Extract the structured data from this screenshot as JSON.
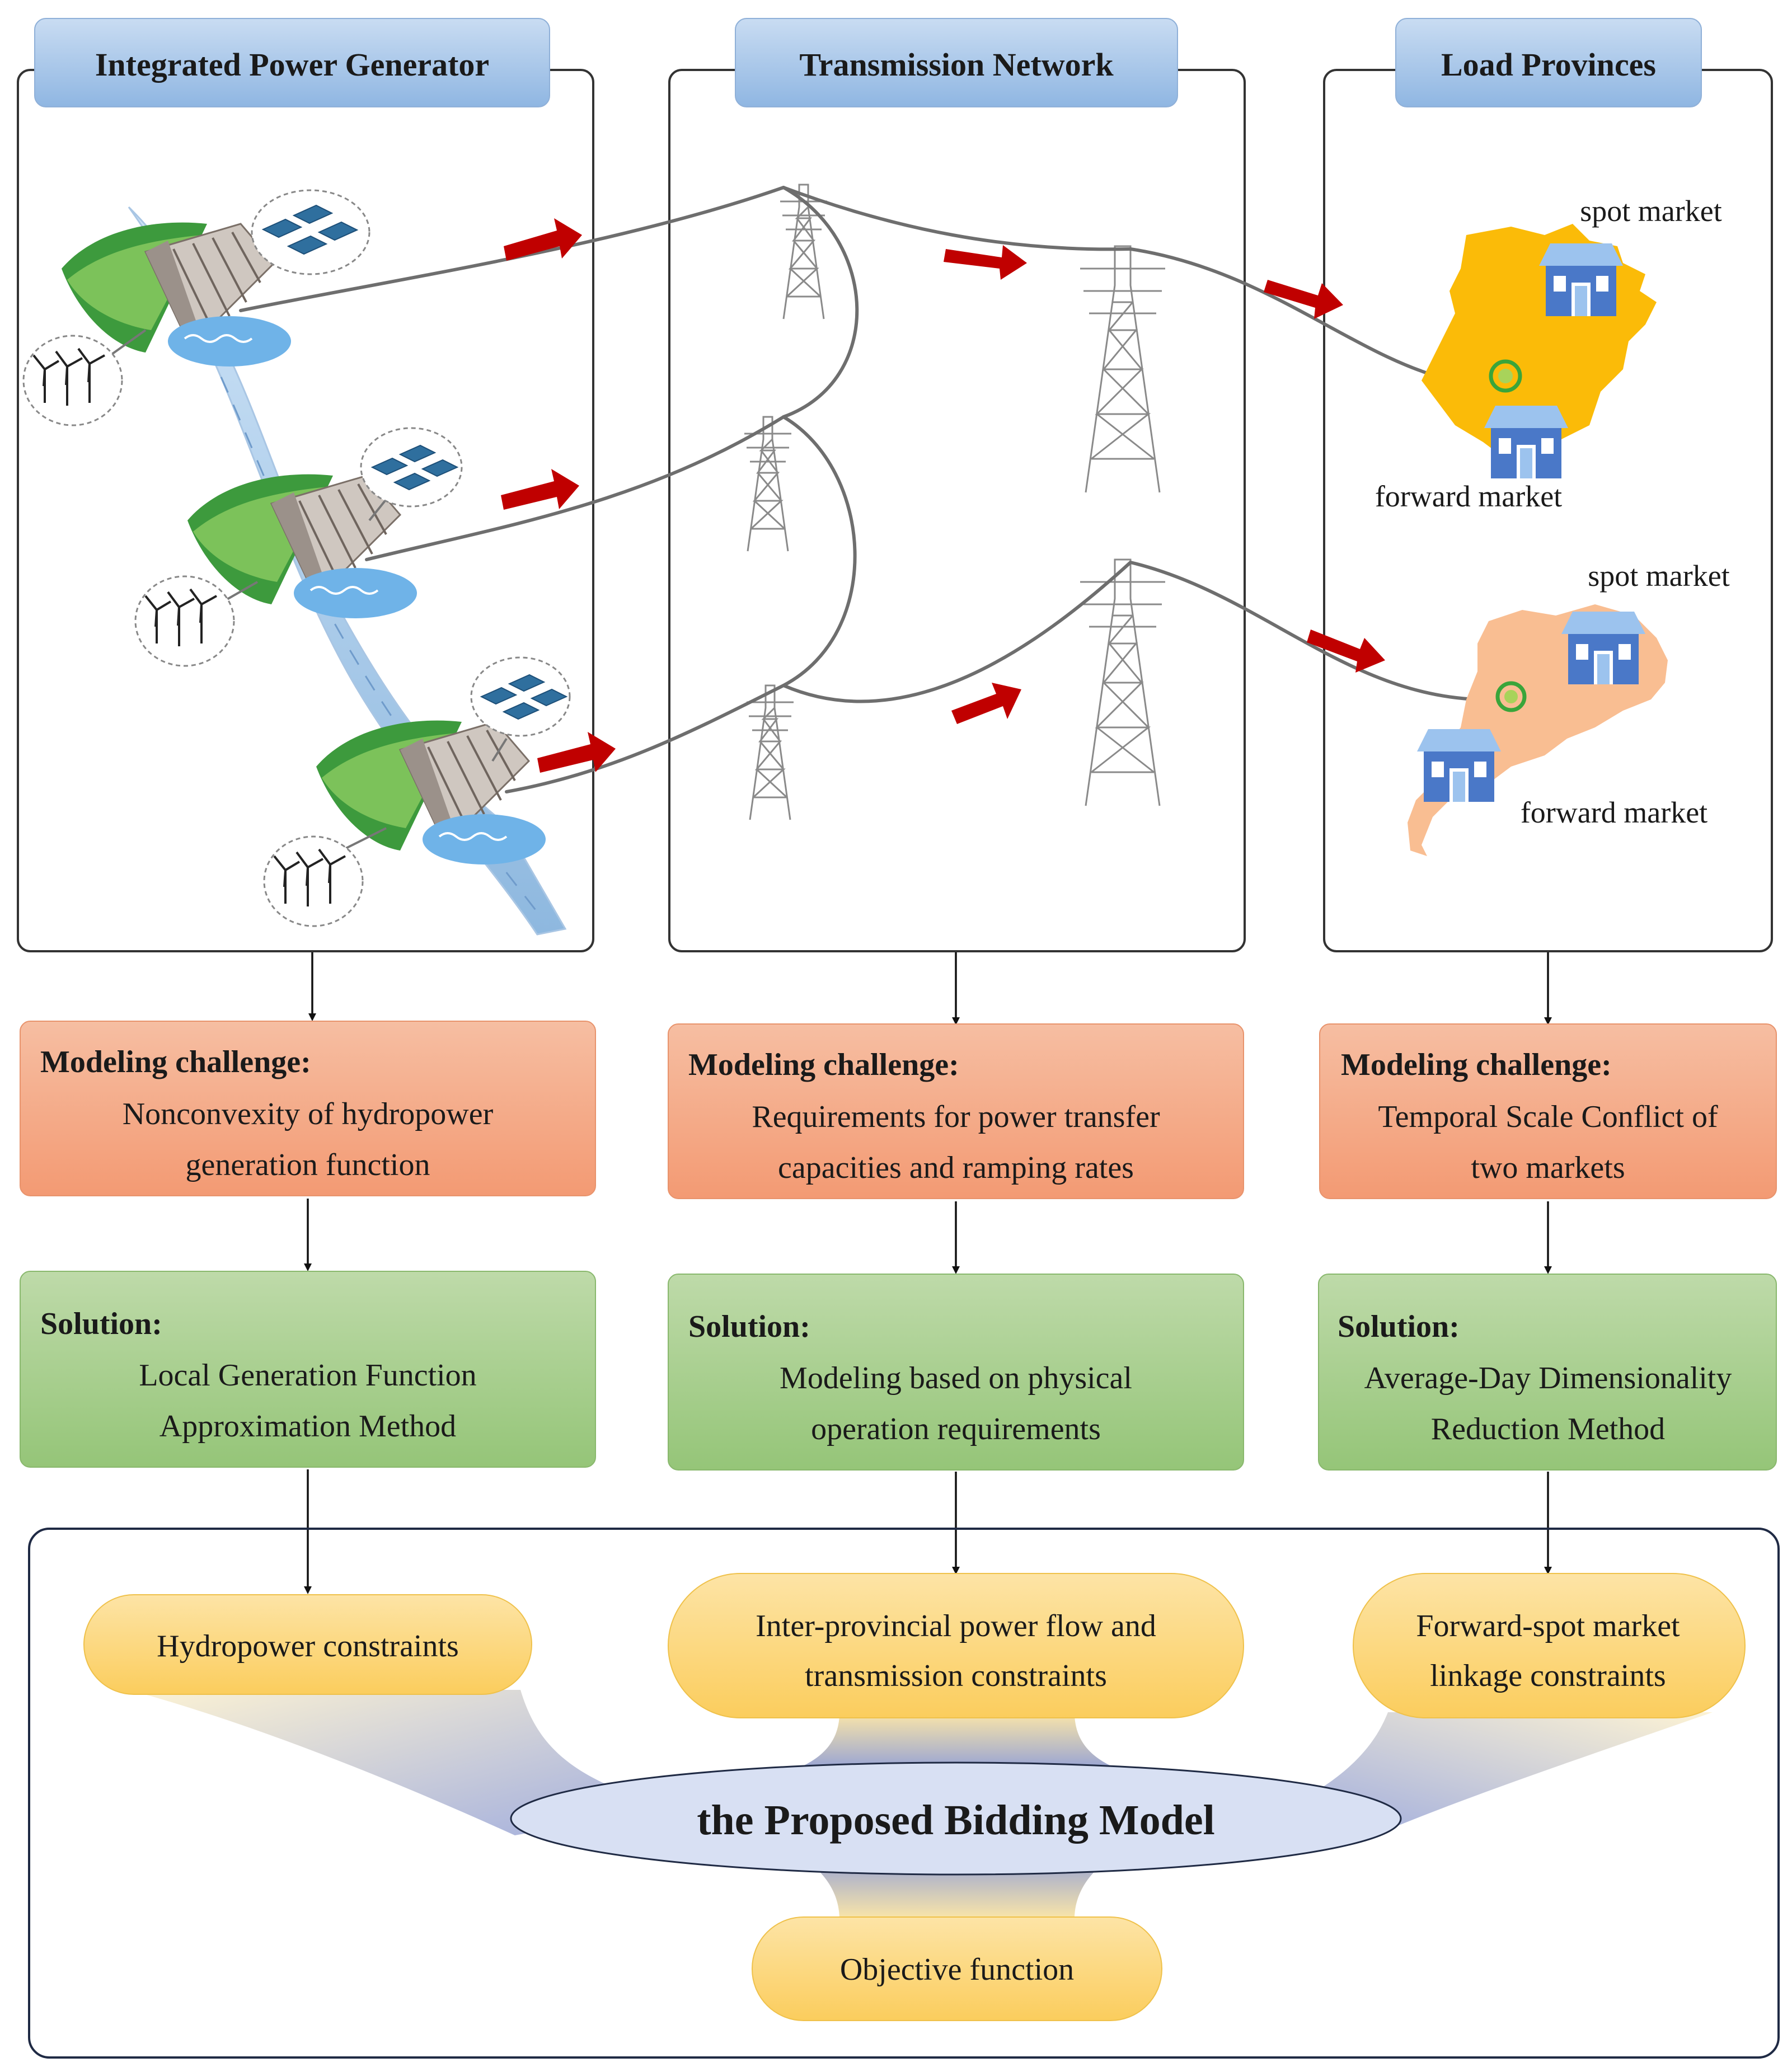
{
  "panels": {
    "generator": {
      "title": "Integrated Power Generator"
    },
    "network": {
      "title": "Transmission Network"
    },
    "load": {
      "title": "Load Provinces",
      "province_a": {
        "spot": "spot market",
        "forward": "forward market"
      },
      "province_b": {
        "spot": "spot market",
        "forward": "forward market"
      }
    }
  },
  "challenges": {
    "heading": "Modeling challenge:",
    "generator": [
      "Nonconvexity of hydropower",
      "generation function"
    ],
    "network": [
      "Requirements for power transfer",
      "capacities and ramping rates"
    ],
    "load": [
      "Temporal Scale Conflict of",
      "two markets"
    ]
  },
  "solutions": {
    "heading": "Solution:",
    "generator": [
      "Local Generation Function",
      "Approximation Method"
    ],
    "network": [
      "Modeling based on physical",
      "operation requirements"
    ],
    "load": [
      "Average-Day Dimensionality",
      "Reduction Method"
    ]
  },
  "model": {
    "constraints": {
      "hydro": [
        "Hydropower constraints"
      ],
      "flow": [
        "Inter-provincial power flow and",
        "transmission constraints"
      ],
      "market": [
        "Forward-spot market",
        "linkage constraints"
      ]
    },
    "center": "the Proposed Bidding Model",
    "objective": "Objective function"
  },
  "colors": {
    "header_fill": "#a9c8ea",
    "challenge_fill": "#f4a985",
    "solution_fill": "#a6cf8c",
    "pill_fill": "#fcd77a",
    "ellipse_fill": "#d8e0f3",
    "arrow_red": "#c00000",
    "province_a": "#fbbb08",
    "province_b": "#f9be92",
    "house": "#4a78c8"
  }
}
